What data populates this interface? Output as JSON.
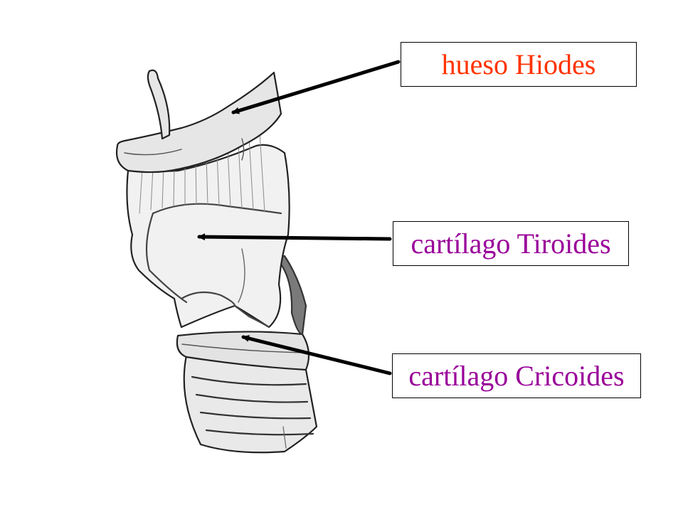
{
  "labels": {
    "hyoid": {
      "text": "hueso Hiodes",
      "color": "#ff3300"
    },
    "thyroid": {
      "text": "cartílago Tiroides",
      "color": "#990099"
    },
    "cricoid": {
      "text": "cartílago Cricoides",
      "color": "#990099"
    }
  },
  "colors": {
    "line": "#000000",
    "background": "#ffffff",
    "shade": "#bdbdbd"
  }
}
